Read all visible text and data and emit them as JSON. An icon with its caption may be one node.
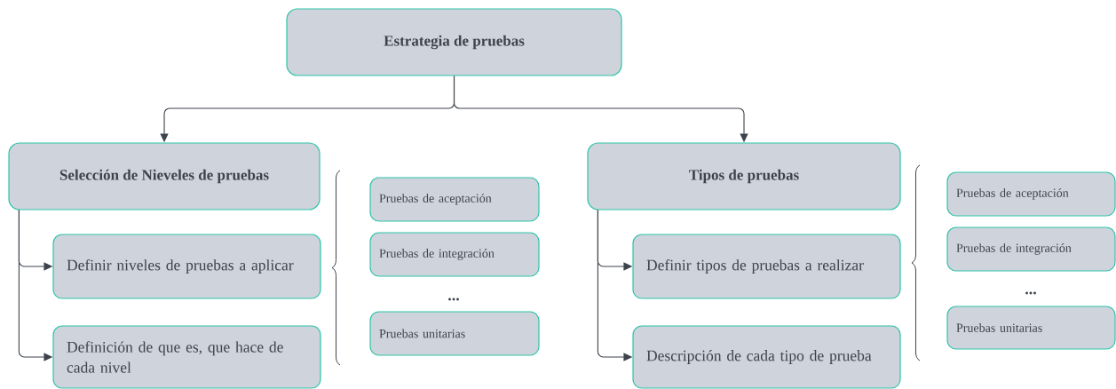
{
  "diagram": {
    "nodes": [
      {
        "text": [
          "Estrategia de pruebas"
        ]
      },
      {
        "text": [
          "Selección de Nieveles de pruebas"
        ]
      },
      {
        "text": [
          "Definir niveles de pruebas a aplicar"
        ]
      },
      {
        "text": [
          "Definición de que es, que hace de cada nivel"
        ]
      },
      {
        "text": [
          "Pruebas de aceptación"
        ]
      },
      {
        "text": [
          "Pruebas de integración"
        ]
      },
      {
        "text": [
          "Pruebas unitarias"
        ]
      },
      {
        "text": [
          "Tipos de pruebas"
        ]
      },
      {
        "text": [
          "Definir tipos de pruebas a realizar"
        ]
      },
      {
        "text": [
          "Descripción de cada tipo de prueba"
        ]
      },
      {
        "text": [
          "Pruebas de aceptación"
        ]
      },
      {
        "text": [
          "Pruebas de integración"
        ]
      },
      {
        "text": [
          "Pruebas unitarias"
        ]
      }
    ],
    "edges": [
      {
        "from": 0,
        "to": 1,
        "arrow": "to"
      },
      {
        "from": 0,
        "to": 7,
        "arrow": "to"
      },
      {
        "from": 1,
        "to": 2,
        "arrow": "to"
      },
      {
        "from": 1,
        "to": 3,
        "arrow": "to"
      },
      {
        "from": 7,
        "to": 8,
        "arrow": "to"
      },
      {
        "from": 7,
        "to": 9,
        "arrow": "to"
      }
    ],
    "labels": [
      "...",
      "..."
    ]
  }
}
